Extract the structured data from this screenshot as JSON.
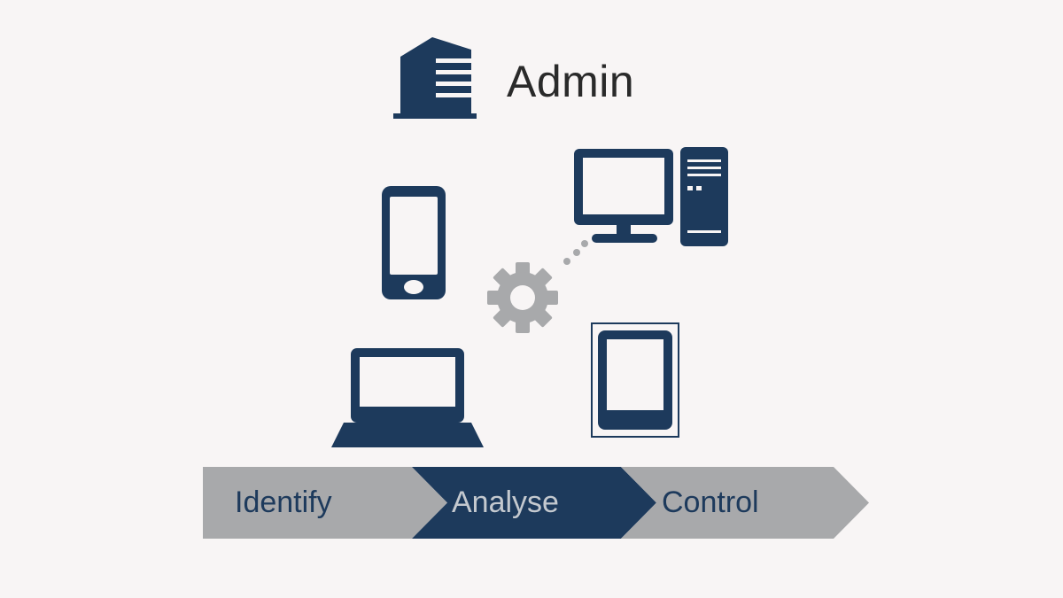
{
  "header": {
    "title": "Admin",
    "icon": "building-icon"
  },
  "devices": [
    {
      "name": "smartphone",
      "icon": "smartphone-icon"
    },
    {
      "name": "desktop",
      "icon": "desktop-computer-icon"
    },
    {
      "name": "connector",
      "icon": "gear-icon"
    },
    {
      "name": "laptop",
      "icon": "laptop-icon"
    },
    {
      "name": "tablet",
      "icon": "tablet-icon"
    }
  ],
  "process": {
    "steps": [
      {
        "label": "Identify",
        "state": "inactive"
      },
      {
        "label": "Analyse",
        "state": "active"
      },
      {
        "label": "Control",
        "state": "inactive"
      }
    ]
  },
  "colors": {
    "background": "#f8f5f5",
    "primary": "#1d3a5c",
    "muted": "#a8a9ab",
    "title_text": "#2a2a2a",
    "active_text": "#c4c9cf"
  }
}
